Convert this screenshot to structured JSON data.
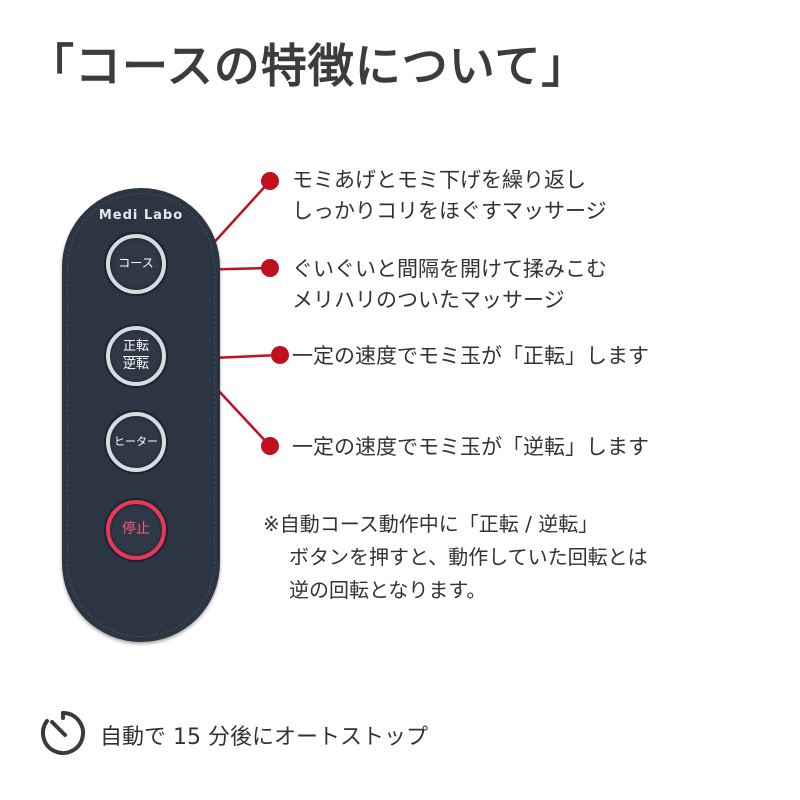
{
  "title": "「コースの特徴について」",
  "remote": {
    "brand": "Medi Labo",
    "buttons": {
      "course": "コース",
      "forward": "正転",
      "reverse": "逆転",
      "heater": "ヒーター",
      "stop": "停止"
    }
  },
  "features": [
    {
      "lines": [
        "モミあげとモミ下げを繰り返し",
        "しっかりコリをほぐすマッサージ"
      ]
    },
    {
      "lines": [
        "ぐいぐいと間隔を開けて揉みこむ",
        "メリハリのついたマッサージ"
      ]
    },
    {
      "lines": [
        "一定の速度でモミ玉が「正転」します"
      ]
    },
    {
      "lines": [
        "一定の速度でモミ玉が「逆転」します"
      ]
    }
  ],
  "note": {
    "lines": [
      "※自動コース動作中に「正転 / 逆転」",
      "ボタンを押すと、動作していた回転とは",
      "逆の回転となります。"
    ]
  },
  "footer": {
    "icon": "timer-icon",
    "text": "自動で 15 分後にオートストップ"
  },
  "colors": {
    "accent": "#c0101e",
    "remote_body": "#2c3542",
    "stop_ring": "#e8395a",
    "text": "#333333"
  }
}
